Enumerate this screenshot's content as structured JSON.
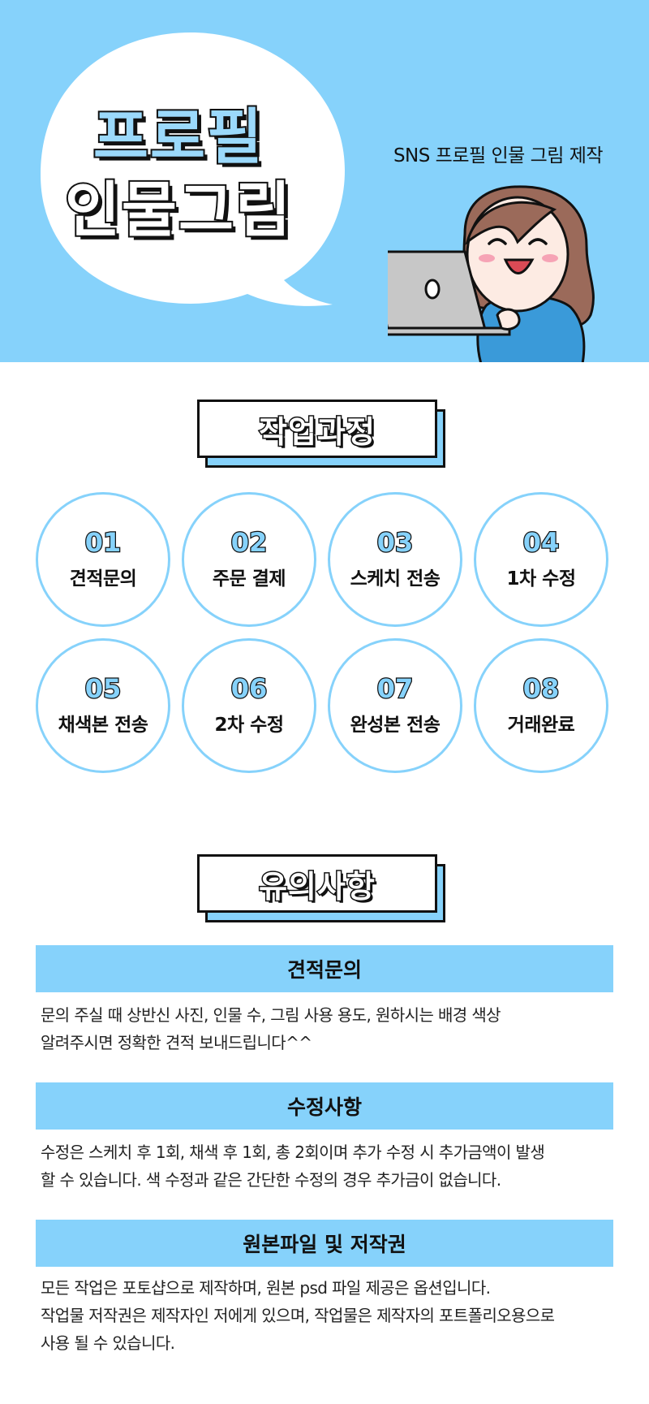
{
  "hero": {
    "title_line1": "프로필",
    "title_line2": "인물그림",
    "subtitle": "SNS 프로필 인물 그림 제작"
  },
  "colors": {
    "sky": "#86d2fb",
    "ink": "#111111",
    "white": "#ffffff",
    "laptop": "#c7c7c7",
    "hair": "#9b6a5a",
    "shirt": "#3a9ad9"
  },
  "process": {
    "heading": "작업과정",
    "steps": [
      {
        "num": "01",
        "name": "견적문의"
      },
      {
        "num": "02",
        "name": "주문 결제"
      },
      {
        "num": "03",
        "name": "스케치 전송"
      },
      {
        "num": "04",
        "name": "1차 수정"
      },
      {
        "num": "05",
        "name": "채색본 전송"
      },
      {
        "num": "06",
        "name": "2차 수정"
      },
      {
        "num": "07",
        "name": "완성본 전송"
      },
      {
        "num": "08",
        "name": "거래완료"
      }
    ]
  },
  "notes": {
    "heading": "유의사항",
    "items": [
      {
        "title": "견적문의",
        "lines": [
          "문의 주실 때 상반신 사진, 인물 수, 그림 사용 용도, 원하시는 배경 색상",
          "알려주시면 정확한 견적 보내드립니다^^"
        ]
      },
      {
        "title": "수정사항",
        "lines": [
          "수정은 스케치 후 1회, 채색 후 1회, 총 2회이며 추가 수정 시 추가금액이 발생",
          "할 수 있습니다. 색 수정과 같은 간단한 수정의 경우 추가금이 없습니다."
        ]
      },
      {
        "title": "원본파일 및 저작권",
        "lines": [
          "모든 작업은 포토샵으로 제작하며, 원본 psd 파일 제공은 옵션입니다.",
          "작업물 저작권은 제작자인 저에게 있으며, 작업물은 제작자의 포트폴리오용으로",
          "사용 될 수 있습니다."
        ]
      }
    ]
  }
}
